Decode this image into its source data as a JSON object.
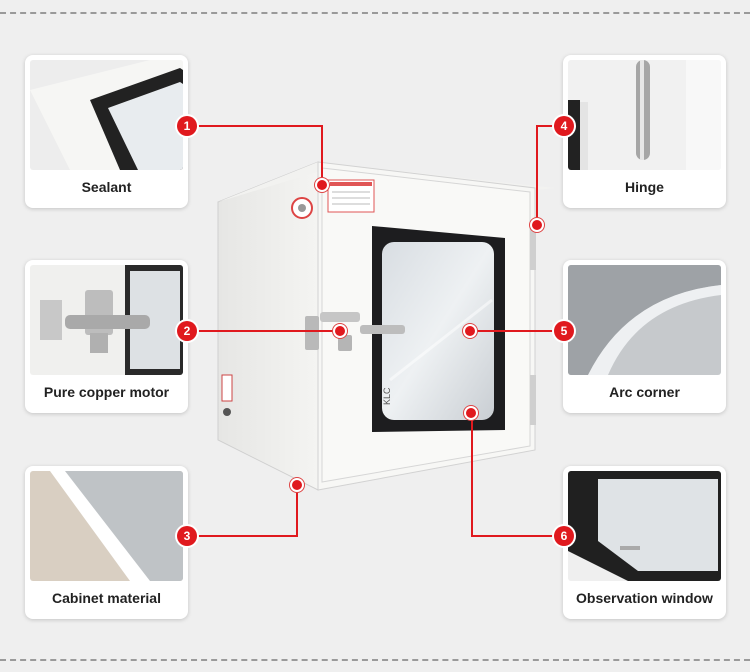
{
  "features": [
    {
      "number": "1",
      "label": "Sealant"
    },
    {
      "number": "2",
      "label": "Pure copper motor"
    },
    {
      "number": "3",
      "label": "Cabinet material"
    },
    {
      "number": "4",
      "label": "Hinge"
    },
    {
      "number": "5",
      "label": "Arc corner"
    },
    {
      "number": "6",
      "label": "Observation window"
    }
  ],
  "product": {
    "window_brand": "KLC"
  },
  "colors": {
    "accent": "#e0191e",
    "background": "#efefef",
    "cabinet": "#f7f7f5"
  }
}
